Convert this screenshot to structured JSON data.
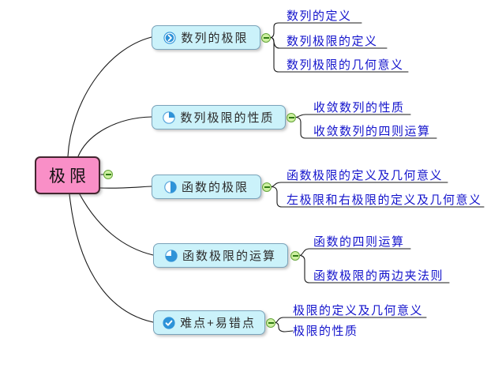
{
  "root": {
    "label": "极限"
  },
  "branches": [
    {
      "label": "数列的极限",
      "icon": "task-start",
      "children": [
        "数列的定义",
        "数列极限的定义",
        "数列极限的几何意义"
      ]
    },
    {
      "label": "数列极限的性质",
      "icon": "task-quarter",
      "children": [
        "收敛数列的性质",
        "收敛数列的四则运算"
      ]
    },
    {
      "label": "函数的极限",
      "icon": "task-half",
      "children": [
        "函数极限的定义及几何意义",
        "左极限和右极限的定义及几何意义"
      ]
    },
    {
      "label": "函数极限的运算",
      "icon": "task-three-quarters",
      "children": [
        "函数的四则运算",
        "函数极限的两边夹法则"
      ]
    },
    {
      "label": "难点+易错点",
      "icon": "task-done",
      "children": [
        "极限的定义及几何意义",
        "极限的性质"
      ]
    }
  ],
  "colors": {
    "root_fill": "#f98fc7",
    "root_border": "#43262f",
    "branch_fill": "#cbf2fa",
    "branch_border": "#7aa3ba",
    "leaf_text": "#1414cc",
    "icon_blue": "#2e93d8",
    "handle_fill": "#cdf0a0",
    "handle_border": "#64a33a",
    "line_color": "#1a1a1a"
  }
}
